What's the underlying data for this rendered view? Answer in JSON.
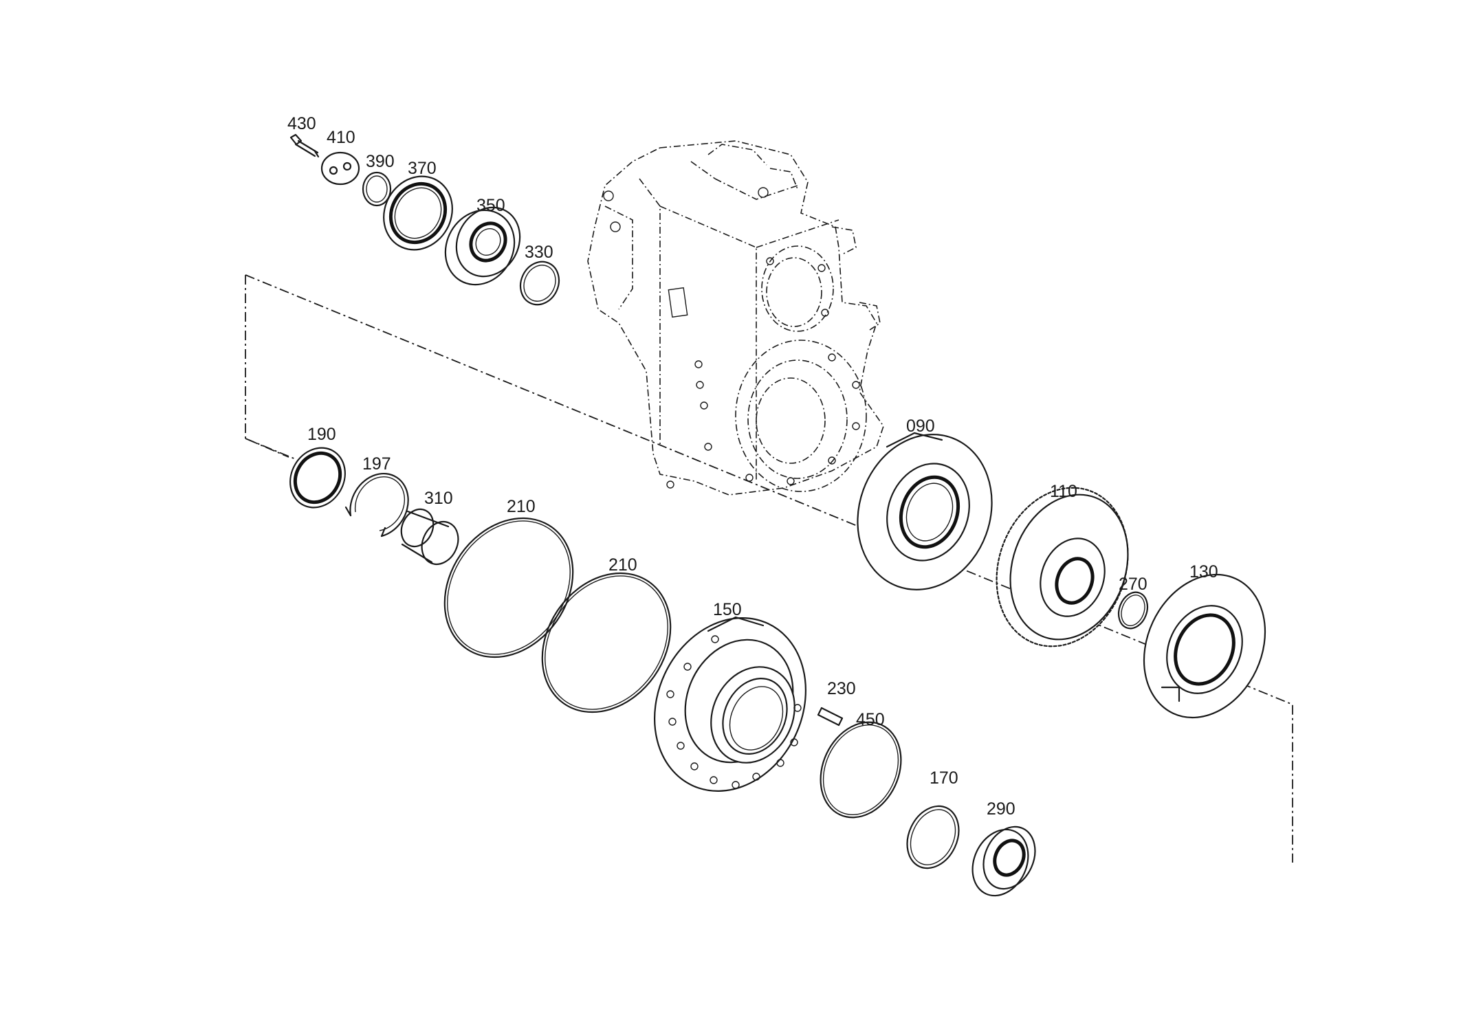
{
  "diagram": {
    "labels": {
      "p430": "430",
      "p410": "410",
      "p390": "390",
      "p370": "370",
      "p350": "350",
      "p330": "330",
      "p090": "090",
      "p110": "110",
      "p270": "270",
      "p130": "130",
      "p190": "190",
      "p197": "197",
      "p310": "310",
      "p210a": "210",
      "p210b": "210",
      "p150": "150",
      "p230": "230",
      "p450": "450",
      "p170": "170",
      "p290": "290"
    }
  }
}
